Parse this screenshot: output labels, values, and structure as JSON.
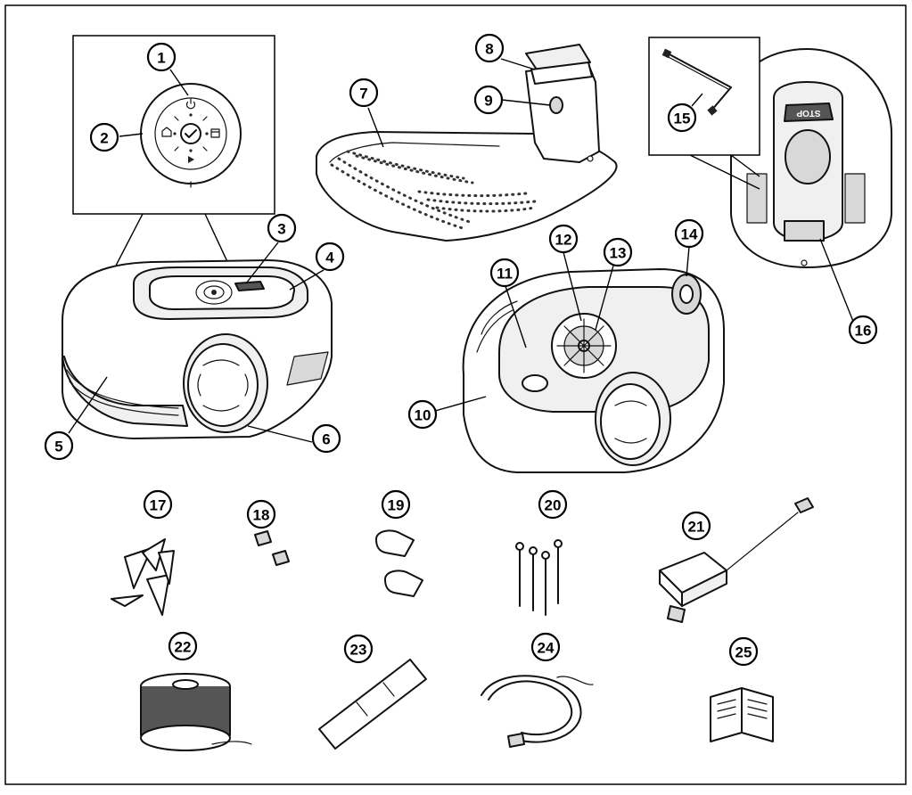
{
  "callouts": [
    {
      "n": "1"
    },
    {
      "n": "2"
    },
    {
      "n": "3"
    },
    {
      "n": "4"
    },
    {
      "n": "5"
    },
    {
      "n": "6"
    },
    {
      "n": "7"
    },
    {
      "n": "8"
    },
    {
      "n": "9"
    },
    {
      "n": "10"
    },
    {
      "n": "11"
    },
    {
      "n": "12"
    },
    {
      "n": "13"
    },
    {
      "n": "14"
    },
    {
      "n": "15"
    },
    {
      "n": "16"
    },
    {
      "n": "17"
    },
    {
      "n": "18"
    },
    {
      "n": "19"
    },
    {
      "n": "20"
    },
    {
      "n": "21"
    },
    {
      "n": "22"
    },
    {
      "n": "23"
    },
    {
      "n": "24"
    },
    {
      "n": "25"
    }
  ],
  "labels": {
    "stop_text": "STOP"
  },
  "icons": {
    "power": "power-icon",
    "home": "home-icon",
    "ok": "checkmark-icon",
    "calendar": "calendar-icon",
    "play": "play-icon",
    "manual": "manual-book-icon"
  }
}
